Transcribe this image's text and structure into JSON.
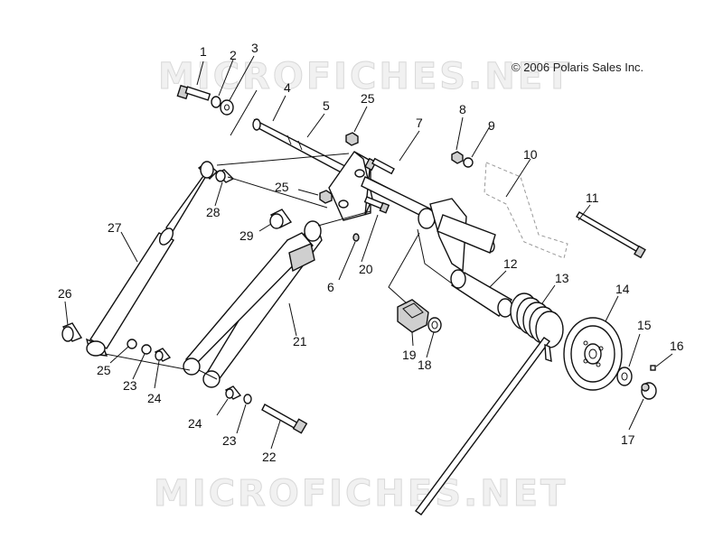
{
  "copyright": "© 2006 Polaris Sales Inc.",
  "watermarks": [
    "MICROFICHES.NET",
    "MICROFICHES.NET"
  ],
  "callouts": [
    "1",
    "2",
    "3",
    "4",
    "5",
    "25",
    "7",
    "8",
    "9",
    "10",
    "25",
    "28",
    "27",
    "29",
    "11",
    "20",
    "6",
    "12",
    "13",
    "14",
    "26",
    "21",
    "19",
    "18",
    "15",
    "16",
    "25",
    "23",
    "24",
    "17",
    "24",
    "23",
    "22"
  ]
}
